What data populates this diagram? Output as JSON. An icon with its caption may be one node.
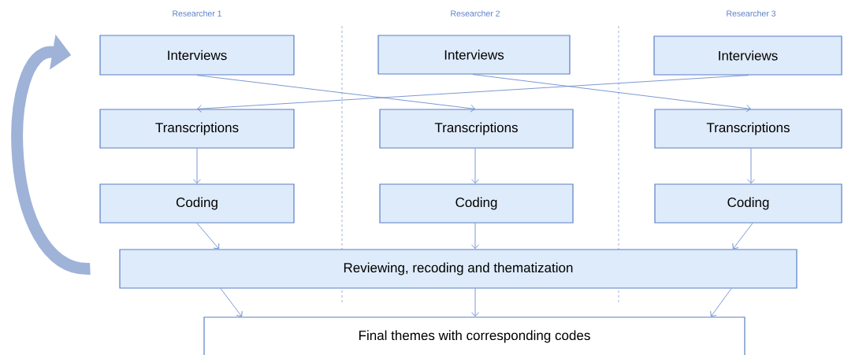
{
  "diagram": {
    "nodes": [
      {
        "text": [
          "Interviews"
        ]
      },
      {
        "text": [
          "Interviews"
        ]
      },
      {
        "text": [
          "Interviews"
        ]
      },
      {
        "text": [
          "Transcriptions"
        ]
      },
      {
        "text": [
          "Transcriptions"
        ]
      },
      {
        "text": [
          "Transcriptions"
        ]
      },
      {
        "text": [
          "Coding"
        ]
      },
      {
        "text": [
          "Coding"
        ]
      },
      {
        "text": [
          "Coding"
        ]
      },
      {
        "text": [
          "Reviewing, recoding and thematization"
        ]
      },
      {
        "text": [
          "Final themes with corresponding codes"
        ]
      }
    ],
    "edges": [
      {
        "from": 0,
        "to": 4,
        "arrow": "to"
      },
      {
        "from": 1,
        "to": 5,
        "arrow": "to"
      },
      {
        "from": 2,
        "to": 3,
        "arrow": "to"
      },
      {
        "from": 3,
        "to": 6,
        "arrow": "to"
      },
      {
        "from": 4,
        "to": 7,
        "arrow": "to"
      },
      {
        "from": 5,
        "to": 8,
        "arrow": "to"
      },
      {
        "from": 6,
        "to": 9,
        "arrow": "to"
      },
      {
        "from": 7,
        "to": 9,
        "arrow": "to"
      },
      {
        "from": 8,
        "to": 9,
        "arrow": "to"
      },
      {
        "from": 9,
        "to": 10,
        "arrow": "to"
      },
      {
        "from": 9,
        "to": 10,
        "arrow": "to"
      },
      {
        "from": 9,
        "to": 10,
        "arrow": "to"
      },
      {
        "from": 9,
        "to": 0,
        "arrow": "to",
        "style": "thick",
        "color": "#9fb2d8"
      }
    ],
    "labels": [
      "Researcher 1",
      "Researcher 2",
      "Researcher 3"
    ]
  }
}
